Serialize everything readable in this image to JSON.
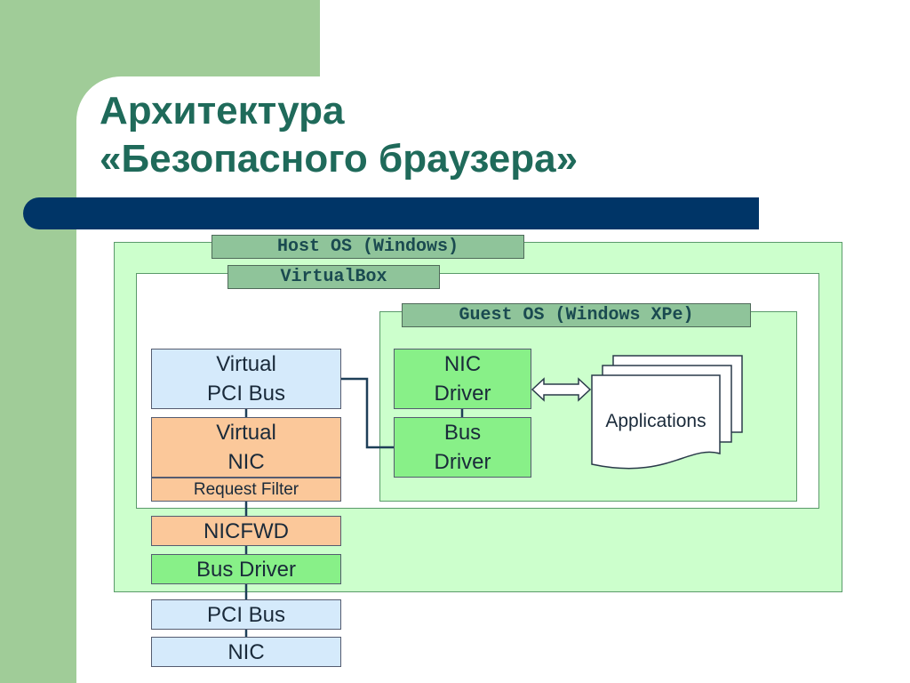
{
  "slide": {
    "title_line1": "Архитектура",
    "title_line2": "«Безопасного браузера»"
  },
  "frames": {
    "host_label": "Host OS (Windows)",
    "vbox_label": "VirtualBox",
    "guest_label": "Guest OS (Windows XPe)"
  },
  "boxes": {
    "virtual_pci_line1": "Virtual",
    "virtual_pci_line2": "PCI Bus",
    "virtual_nic_line1": "Virtual",
    "virtual_nic_line2": "NIC",
    "request_filter": "Request Filter",
    "nicfwd": "NICFWD",
    "host_bus_driver": "Bus Driver",
    "pci_bus": "PCI Bus",
    "nic": "NIC",
    "nic_driver_line1": "NIC",
    "nic_driver_line2": "Driver",
    "guest_bus_driver_line1": "Bus",
    "guest_bus_driver_line2": "Driver",
    "applications": "Applications"
  },
  "colors": {
    "accent_green": "#a0cc98",
    "title": "#1f6a5a",
    "bar": "#003567",
    "host_fill": "#ccffcc",
    "box_blue": "#d5eafb",
    "box_orange": "#fbc89a",
    "box_green": "#88f088"
  }
}
